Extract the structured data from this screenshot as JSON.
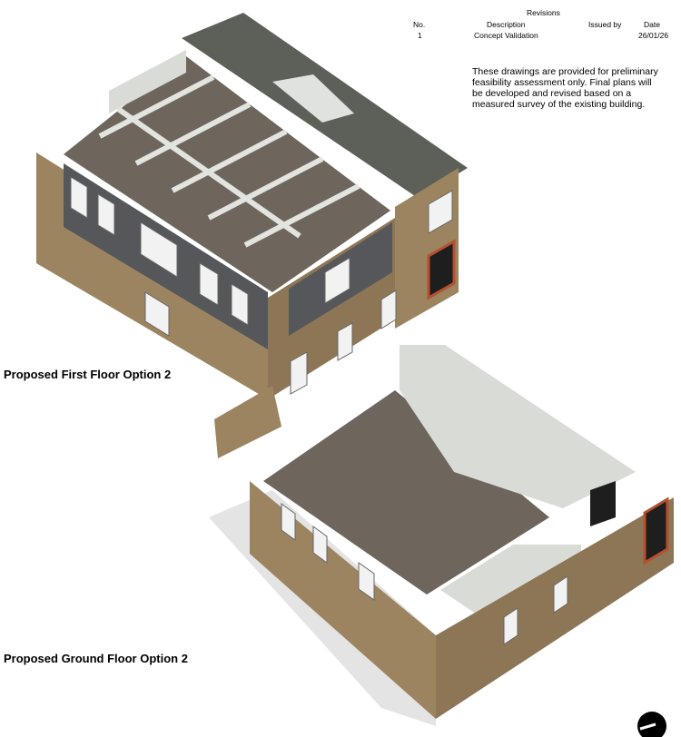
{
  "revisions": {
    "title": "Revisions",
    "headers": {
      "no": "No.",
      "description": "Description",
      "issued_by": "Issued by",
      "date": "Date"
    },
    "rows": [
      {
        "no": "1",
        "description": "Concept Validation",
        "issued_by": "",
        "date": "26/01/26"
      }
    ]
  },
  "note": "These drawings are provided for preliminary feasibility assessment only. Final plans will be developed and revised based on a measured survey of the existing building.",
  "views": {
    "first_floor_label": "Proposed First Floor Option 2",
    "ground_floor_label": "Proposed Ground Floor Option 2"
  },
  "colors": {
    "brick": "#9c8460",
    "floor": "#6e655c",
    "wall_interior": "#d9dbd6",
    "roof": "#5d6058",
    "shadow": "#e4e4e4",
    "brick_trim": "#b5502f"
  }
}
